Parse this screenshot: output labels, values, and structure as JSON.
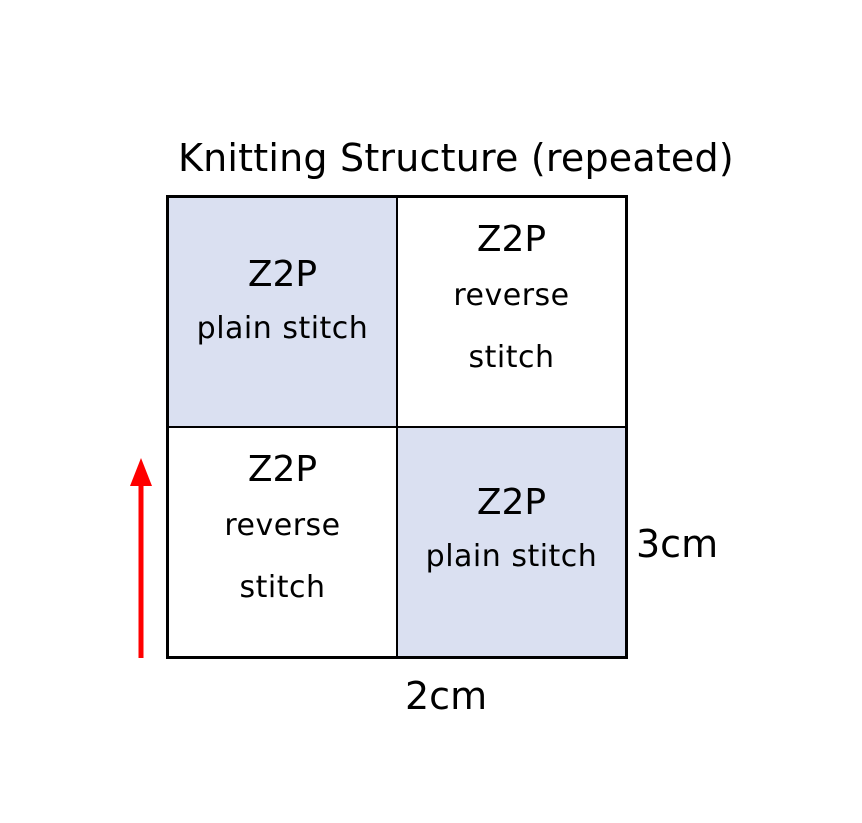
{
  "title": "Knitting Structure (repeated)",
  "cells": [
    {
      "code": "Z2P",
      "stitch": "plain stitch",
      "shaded": true
    },
    {
      "code": "Z2P",
      "stitch": "reverse stitch",
      "shaded": false
    },
    {
      "code": "Z2P",
      "stitch": "reverse stitch",
      "shaded": false
    },
    {
      "code": "Z2P",
      "stitch": "plain stitch",
      "shaded": true
    }
  ],
  "dimensions": {
    "width": "2cm",
    "height": "3cm"
  },
  "colors": {
    "plain_fill": "#dae0f1",
    "reverse_fill": "#ffffff",
    "arrow": "#ff0000",
    "border": "#000000"
  },
  "arrow_icon": "up-arrow-icon"
}
